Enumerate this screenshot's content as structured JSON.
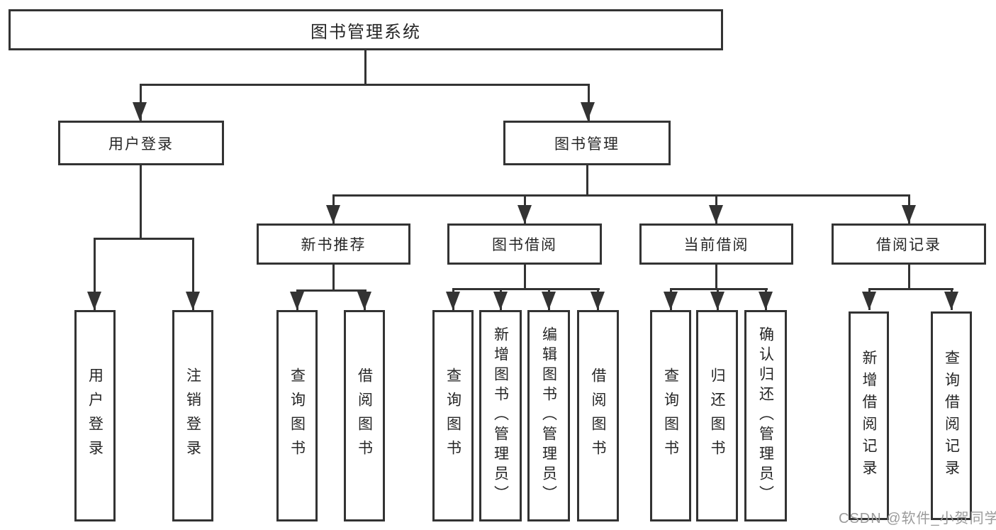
{
  "tree": {
    "root": {
      "label": "图书管理系统"
    },
    "level2": [
      {
        "label": "用户登录",
        "parent": "图书管理系统"
      },
      {
        "label": "图书管理",
        "parent": "图书管理系统"
      }
    ],
    "level3": [
      {
        "label": "新书推荐",
        "parent": "图书管理"
      },
      {
        "label": "图书借阅",
        "parent": "图书管理"
      },
      {
        "label": "当前借阅",
        "parent": "图书管理"
      },
      {
        "label": "借阅记录",
        "parent": "图书管理"
      }
    ],
    "leaves": [
      {
        "label": "用户登录",
        "parent": "用户登录"
      },
      {
        "label": "注销登录",
        "parent": "用户登录"
      },
      {
        "label": "查询图书",
        "parent": "新书推荐"
      },
      {
        "label": "借阅图书",
        "parent": "新书推荐"
      },
      {
        "label": "查询图书",
        "parent": "图书借阅"
      },
      {
        "label": "新增图书（管理员）",
        "parent": "图书借阅"
      },
      {
        "label": "编辑图书（管理员）",
        "parent": "图书借阅"
      },
      {
        "label": "借阅图书",
        "parent": "图书借阅"
      },
      {
        "label": "查询图书",
        "parent": "当前借阅"
      },
      {
        "label": "归还图书",
        "parent": "当前借阅"
      },
      {
        "label": "确认归还（管理员）",
        "parent": "当前借阅"
      },
      {
        "label": "新增借阅记录",
        "parent": "借阅记录"
      },
      {
        "label": "查询借阅记录",
        "parent": "借阅记录"
      }
    ]
  },
  "watermark": {
    "text": "CSDN @软件_小贺同学"
  },
  "colors": {
    "line": "#333333",
    "text": "#262626",
    "watermark": "#9b9b9b",
    "background": "#ffffff"
  }
}
